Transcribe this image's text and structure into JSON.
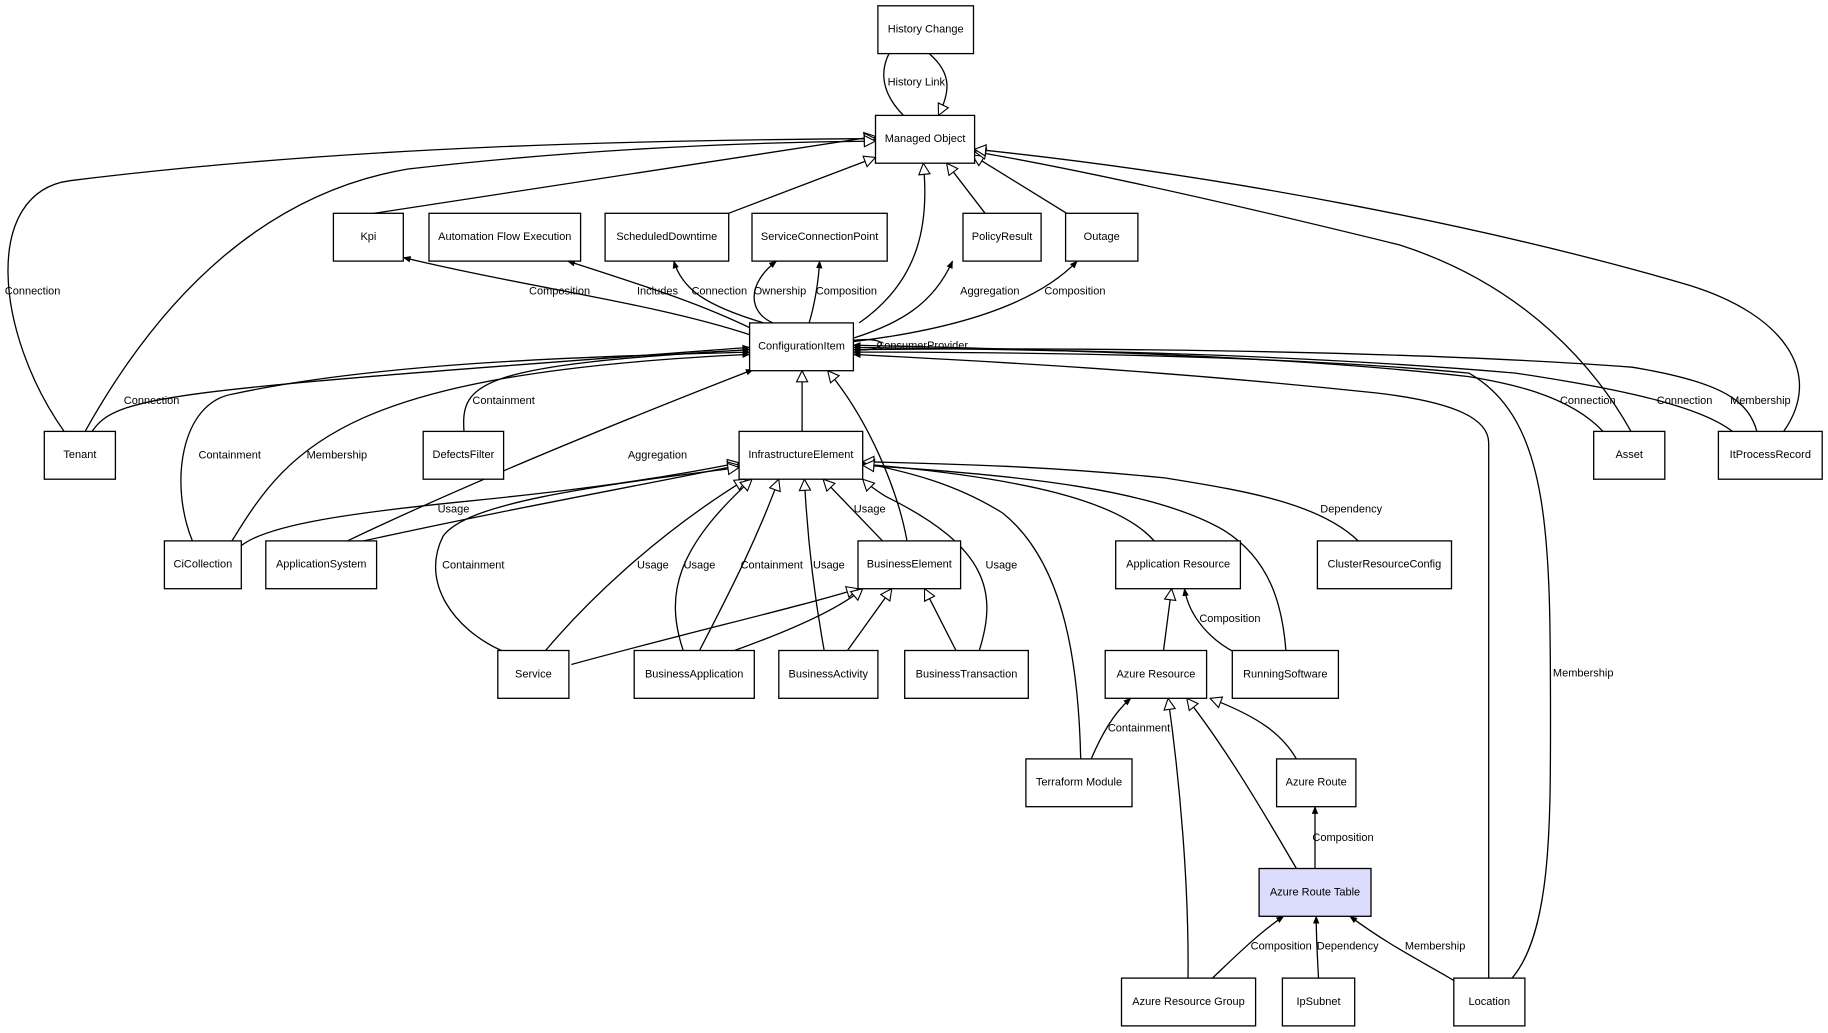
{
  "diagram": {
    "nodes": [
      {
        "id": "history",
        "label": "History Change"
      },
      {
        "id": "managed",
        "label": "Managed Object"
      },
      {
        "id": "kpi",
        "label": "Kpi"
      },
      {
        "id": "afe",
        "label": "Automation Flow Execution"
      },
      {
        "id": "sched",
        "label": "ScheduledDowntime"
      },
      {
        "id": "scp",
        "label": "ServiceConnectionPoint"
      },
      {
        "id": "policy",
        "label": "PolicyResult"
      },
      {
        "id": "outage",
        "label": "Outage"
      },
      {
        "id": "ci",
        "label": "ConfigurationItem"
      },
      {
        "id": "tenant",
        "label": "Tenant"
      },
      {
        "id": "defects",
        "label": "DefectsFilter"
      },
      {
        "id": "infra",
        "label": "InfrastructureElement"
      },
      {
        "id": "asset",
        "label": "Asset"
      },
      {
        "id": "itpr",
        "label": "ItProcessRecord"
      },
      {
        "id": "cicoll",
        "label": "CiCollection"
      },
      {
        "id": "appsys",
        "label": "ApplicationSystem"
      },
      {
        "id": "be",
        "label": "BusinessElement"
      },
      {
        "id": "appres",
        "label": "Application Resource"
      },
      {
        "id": "crc",
        "label": "ClusterResourceConfig"
      },
      {
        "id": "service",
        "label": "Service"
      },
      {
        "id": "bapp",
        "label": "BusinessApplication"
      },
      {
        "id": "bact",
        "label": "BusinessActivity"
      },
      {
        "id": "btx",
        "label": "BusinessTransaction"
      },
      {
        "id": "azres",
        "label": "Azure Resource"
      },
      {
        "id": "runsw",
        "label": "RunningSoftware"
      },
      {
        "id": "tfmod",
        "label": "Terraform Module"
      },
      {
        "id": "azroute",
        "label": "Azure Route"
      },
      {
        "id": "azrt",
        "label": "Azure Route Table",
        "highlight": true
      },
      {
        "id": "azrg",
        "label": "Azure Resource Group"
      },
      {
        "id": "ipsub",
        "label": "IpSubnet"
      },
      {
        "id": "location",
        "label": "Location"
      }
    ],
    "edges": [
      {
        "id": "e1",
        "label": "History Link",
        "head": "normal"
      },
      {
        "id": "e2",
        "label": "",
        "head": "empty"
      },
      {
        "id": "e3",
        "label": "",
        "head": "empty"
      },
      {
        "id": "e4",
        "label": "",
        "head": "empty"
      },
      {
        "id": "e5",
        "label": "",
        "head": "empty"
      },
      {
        "id": "e6",
        "label": "",
        "head": "empty"
      },
      {
        "id": "e7",
        "label": "",
        "head": "empty"
      },
      {
        "id": "e8",
        "label": "Connection",
        "head": "empty"
      },
      {
        "id": "e9",
        "label": "",
        "head": "empty"
      },
      {
        "id": "e10",
        "label": "",
        "head": "empty"
      },
      {
        "id": "e11",
        "label": "",
        "head": "empty"
      },
      {
        "id": "e12",
        "label": "Composition",
        "head": "normal"
      },
      {
        "id": "e13",
        "label": "Includes",
        "head": "normal"
      },
      {
        "id": "e14",
        "label": "Connection",
        "head": "normal"
      },
      {
        "id": "e15",
        "label": "Ownership",
        "head": "normal"
      },
      {
        "id": "e16",
        "label": "Composition",
        "head": "normal"
      },
      {
        "id": "e17",
        "label": "Aggregation",
        "head": "normal"
      },
      {
        "id": "e18",
        "label": "Composition",
        "head": "normal"
      },
      {
        "id": "e19",
        "label": "ConsumerProvider",
        "head": "normal"
      },
      {
        "id": "e20",
        "label": "Connection",
        "head": "normal"
      },
      {
        "id": "e21",
        "label": "Containment",
        "head": "normal"
      },
      {
        "id": "e22",
        "label": "Containment",
        "head": "normal"
      },
      {
        "id": "e23",
        "label": "Membership",
        "head": "normal"
      },
      {
        "id": "e24",
        "label": "Aggregation",
        "head": "normal"
      },
      {
        "id": "e25",
        "label": "Connection",
        "head": "normal"
      },
      {
        "id": "e26",
        "label": "Connection",
        "head": "normal"
      },
      {
        "id": "e27",
        "label": "Membership",
        "head": "normal"
      },
      {
        "id": "e28",
        "label": "Membership",
        "head": "normal"
      },
      {
        "id": "e29",
        "label": "",
        "head": "normal"
      },
      {
        "id": "e30",
        "label": "",
        "head": "empty"
      },
      {
        "id": "e31",
        "label": "",
        "head": "empty"
      },
      {
        "id": "e32",
        "label": "Usage",
        "head": "empty"
      },
      {
        "id": "e33",
        "label": "",
        "head": "empty"
      },
      {
        "id": "e34",
        "label": "Containment",
        "head": "empty"
      },
      {
        "id": "e35",
        "label": "Usage",
        "head": "empty"
      },
      {
        "id": "e36",
        "label": "Usage",
        "head": "empty"
      },
      {
        "id": "e37",
        "label": "Containment",
        "head": "empty"
      },
      {
        "id": "e38",
        "label": "Usage",
        "head": "empty"
      },
      {
        "id": "e39",
        "label": "Usage",
        "head": "empty"
      },
      {
        "id": "e40",
        "label": "Usage",
        "head": "empty"
      },
      {
        "id": "e41",
        "label": "",
        "head": "empty"
      },
      {
        "id": "e42",
        "label": "",
        "head": "empty"
      },
      {
        "id": "e43",
        "label": "Dependency",
        "head": "empty"
      },
      {
        "id": "e44",
        "label": "",
        "head": "empty"
      },
      {
        "id": "e45",
        "label": "",
        "head": "empty"
      },
      {
        "id": "e46",
        "label": "",
        "head": "empty"
      },
      {
        "id": "e47",
        "label": "",
        "head": "empty"
      },
      {
        "id": "e48",
        "label": "",
        "head": "empty"
      },
      {
        "id": "e49",
        "label": "",
        "head": "empty"
      },
      {
        "id": "e50",
        "label": "Composition",
        "head": "normal"
      },
      {
        "id": "e51",
        "label": "Containment",
        "head": "normal"
      },
      {
        "id": "e52",
        "label": "",
        "head": "empty"
      },
      {
        "id": "e53",
        "label": "",
        "head": "empty"
      },
      {
        "id": "e54",
        "label": "",
        "head": "empty"
      },
      {
        "id": "e55",
        "label": "Composition",
        "head": "normal"
      },
      {
        "id": "e56",
        "label": "Composition",
        "head": "normal"
      },
      {
        "id": "e57",
        "label": "Dependency",
        "head": "normal"
      },
      {
        "id": "e58",
        "label": "Membership",
        "head": "normal"
      }
    ]
  }
}
